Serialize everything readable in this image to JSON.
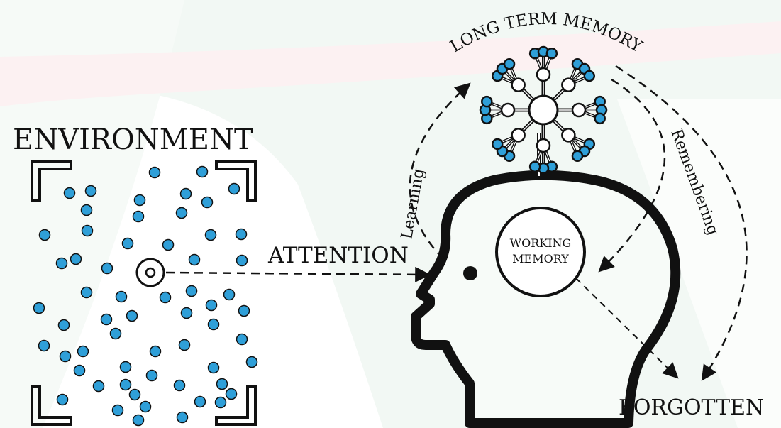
{
  "labels": {
    "environment": "ENVIRONMENT",
    "attention": "ATTENTION",
    "long_term_memory": "LONG TERM MEMORY",
    "learning": "Learning",
    "remembering": "Remembering",
    "working_memory_line1": "WORKING",
    "working_memory_line2": "MEMORY",
    "forgotten": "FORGOTTEN"
  },
  "colors": {
    "dot_fill": "#2f9fd8",
    "ink": "#111111",
    "background_tint_green": "#eef7f1",
    "background_tint_pink": "#fbeef0"
  }
}
